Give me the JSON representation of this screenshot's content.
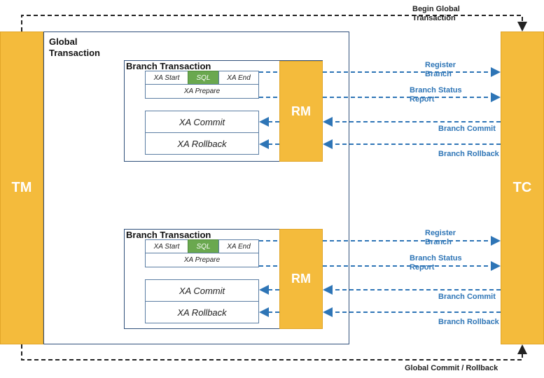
{
  "tm": {
    "label": "TM"
  },
  "tc": {
    "label": "TC"
  },
  "global": {
    "title_line1": "Global",
    "title_line2": "Transaction"
  },
  "branches": [
    {
      "title": "Branch Transaction",
      "xa_start": "XA Start",
      "sql": "SQL",
      "xa_end": "XA End",
      "xa_prepare": "XA Prepare",
      "xa_commit": "XA Commit",
      "xa_rollback": "XA Rollback",
      "rm": "RM",
      "register_l1": "Register",
      "register_l2": "Branch",
      "status_l1": "Branch Status",
      "status_l2": "Report",
      "commit": "Branch Commit",
      "rollback": "Branch Rollback"
    },
    {
      "title": "Branch Transaction",
      "xa_start": "XA Start",
      "sql": "SQL",
      "xa_end": "XA End",
      "xa_prepare": "XA Prepare",
      "xa_commit": "XA Commit",
      "xa_rollback": "XA Rollback",
      "rm": "RM",
      "register_l1": "Register",
      "register_l2": "Branch",
      "status_l1": "Branch Status",
      "status_l2": "Report",
      "commit": "Branch Commit",
      "rollback": "Branch Rollback"
    }
  ],
  "top_arrow": {
    "line1": "Begin Global",
    "line2": "Transaction"
  },
  "bottom_arrow": {
    "label": "Global Commit / Rollback"
  },
  "colors": {
    "bar": "#f4bb3c",
    "sql": "#6aa84f",
    "arrow": "#2e75b6",
    "loop": "#222222"
  }
}
